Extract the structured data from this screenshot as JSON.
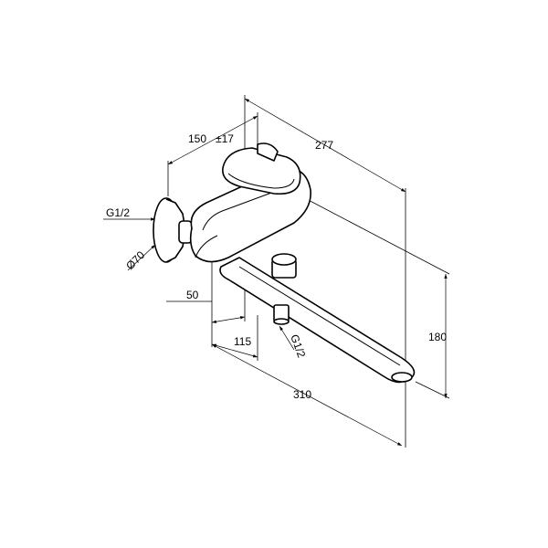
{
  "drawing": {
    "dimensions": {
      "width_277": "277",
      "spacing_150": "150",
      "spacing_tolerance": "±17",
      "thread_inlet": "G1/2",
      "rosette_diameter": "Ø70",
      "offset_50": "50",
      "offset_115": "115",
      "thread_outlet": "G1/2",
      "height_180": "180",
      "length_310": "310"
    }
  }
}
